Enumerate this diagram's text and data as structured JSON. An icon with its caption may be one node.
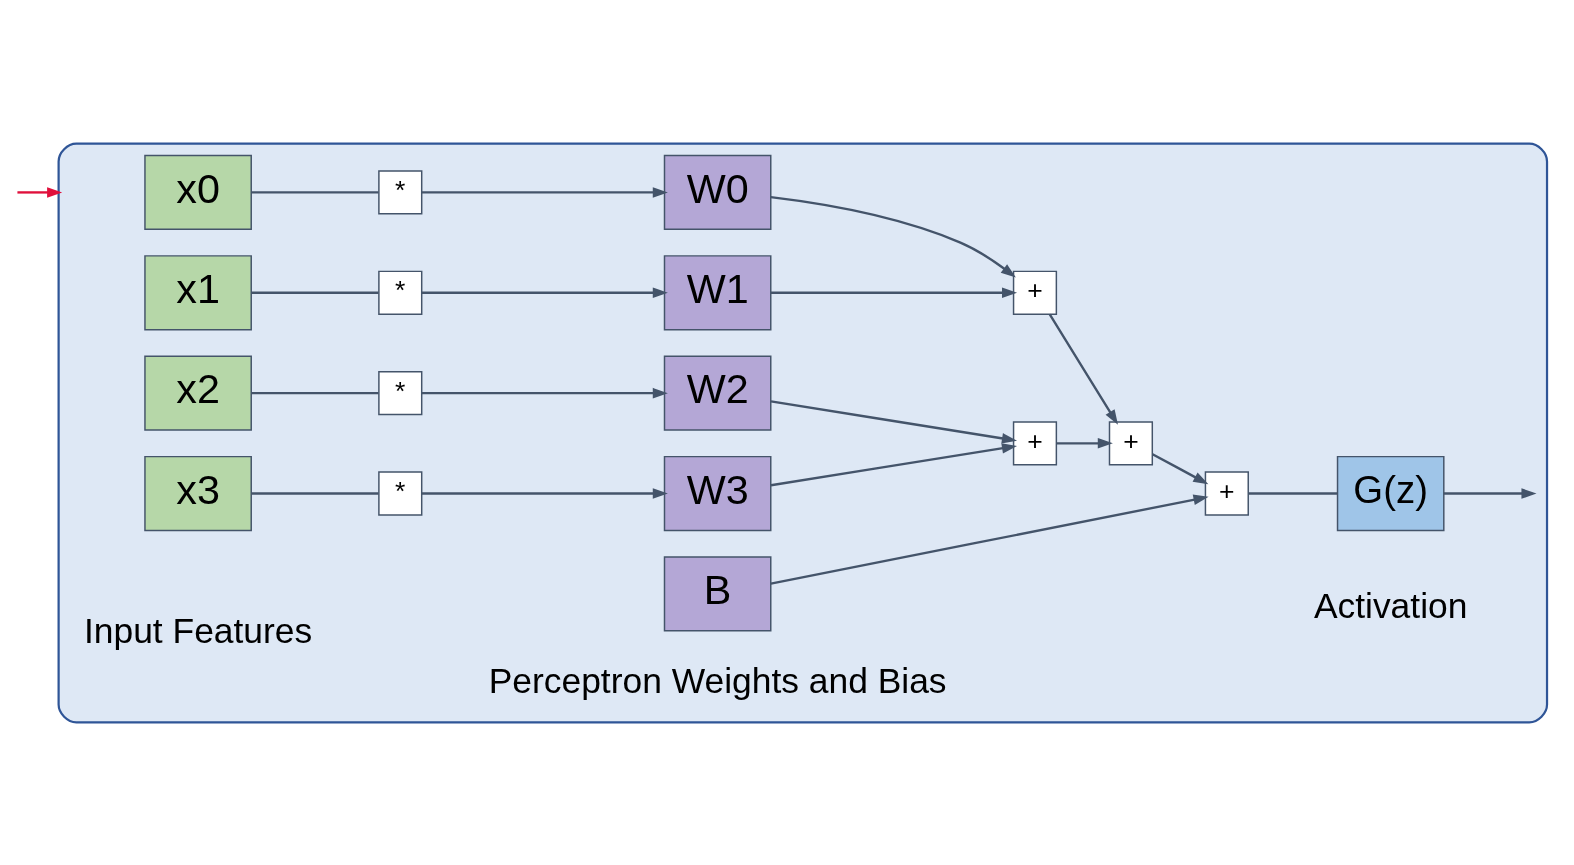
{
  "diagram": {
    "nodes": [
      {
        "text": [],
        "shape": "box"
      },
      {
        "text": [
          "x0"
        ],
        "in": 0
      },
      {
        "text": [
          "x1"
        ],
        "in": 0
      },
      {
        "text": [
          "x2"
        ],
        "in": 0
      },
      {
        "text": [
          "x3"
        ],
        "in": 0
      },
      {
        "text": [
          "*"
        ],
        "in": 0
      },
      {
        "text": [
          "*"
        ],
        "in": 0
      },
      {
        "text": [
          "*"
        ],
        "in": 0
      },
      {
        "text": [
          "*"
        ],
        "in": 0
      },
      {
        "text": [
          "W0"
        ],
        "in": 0
      },
      {
        "text": [
          "W1"
        ],
        "in": 0
      },
      {
        "text": [
          "W2"
        ],
        "in": 0
      },
      {
        "text": [
          "W3"
        ],
        "in": 0
      },
      {
        "text": [
          "B"
        ],
        "in": 0
      },
      {
        "text": [
          "+"
        ],
        "in": 0
      },
      {
        "text": [
          "+"
        ],
        "in": 0
      },
      {
        "text": [
          "+"
        ],
        "in": 0
      },
      {
        "text": [
          "+"
        ],
        "in": 0
      },
      {
        "text": [
          "G(z)"
        ],
        "in": 0,
        "beside": [
          "Activation"
        ]
      }
    ],
    "edges": [
      {
        "from": null,
        "to": 0,
        "arrow": "to",
        "color": "#e0103c"
      },
      {
        "from": 1,
        "to": 5,
        "arrow": "none"
      },
      {
        "from": 5,
        "to": 9,
        "arrow": "to"
      },
      {
        "from": 2,
        "to": 6,
        "arrow": "none"
      },
      {
        "from": 6,
        "to": 10,
        "arrow": "to"
      },
      {
        "from": 3,
        "to": 7,
        "arrow": "none"
      },
      {
        "from": 7,
        "to": 11,
        "arrow": "to"
      },
      {
        "from": 4,
        "to": 8,
        "arrow": "none"
      },
      {
        "from": 8,
        "to": 12,
        "arrow": "to"
      },
      {
        "from": 9,
        "to": 14,
        "arrow": "to"
      },
      {
        "from": 10,
        "to": 14,
        "arrow": "to"
      },
      {
        "from": 11,
        "to": 15,
        "arrow": "to"
      },
      {
        "from": 12,
        "to": 15,
        "arrow": "to"
      },
      {
        "from": 14,
        "to": 16,
        "arrow": "to"
      },
      {
        "from": 15,
        "to": 16,
        "arrow": "to"
      },
      {
        "from": 16,
        "to": 17,
        "arrow": "to"
      },
      {
        "from": 13,
        "to": 17,
        "arrow": "to"
      },
      {
        "from": 17,
        "to": 18,
        "arrow": "none"
      },
      {
        "from": 18,
        "to": null,
        "arrow": "to"
      }
    ],
    "labels": [
      "Input Features",
      "Perceptron Weights and Bias"
    ]
  }
}
